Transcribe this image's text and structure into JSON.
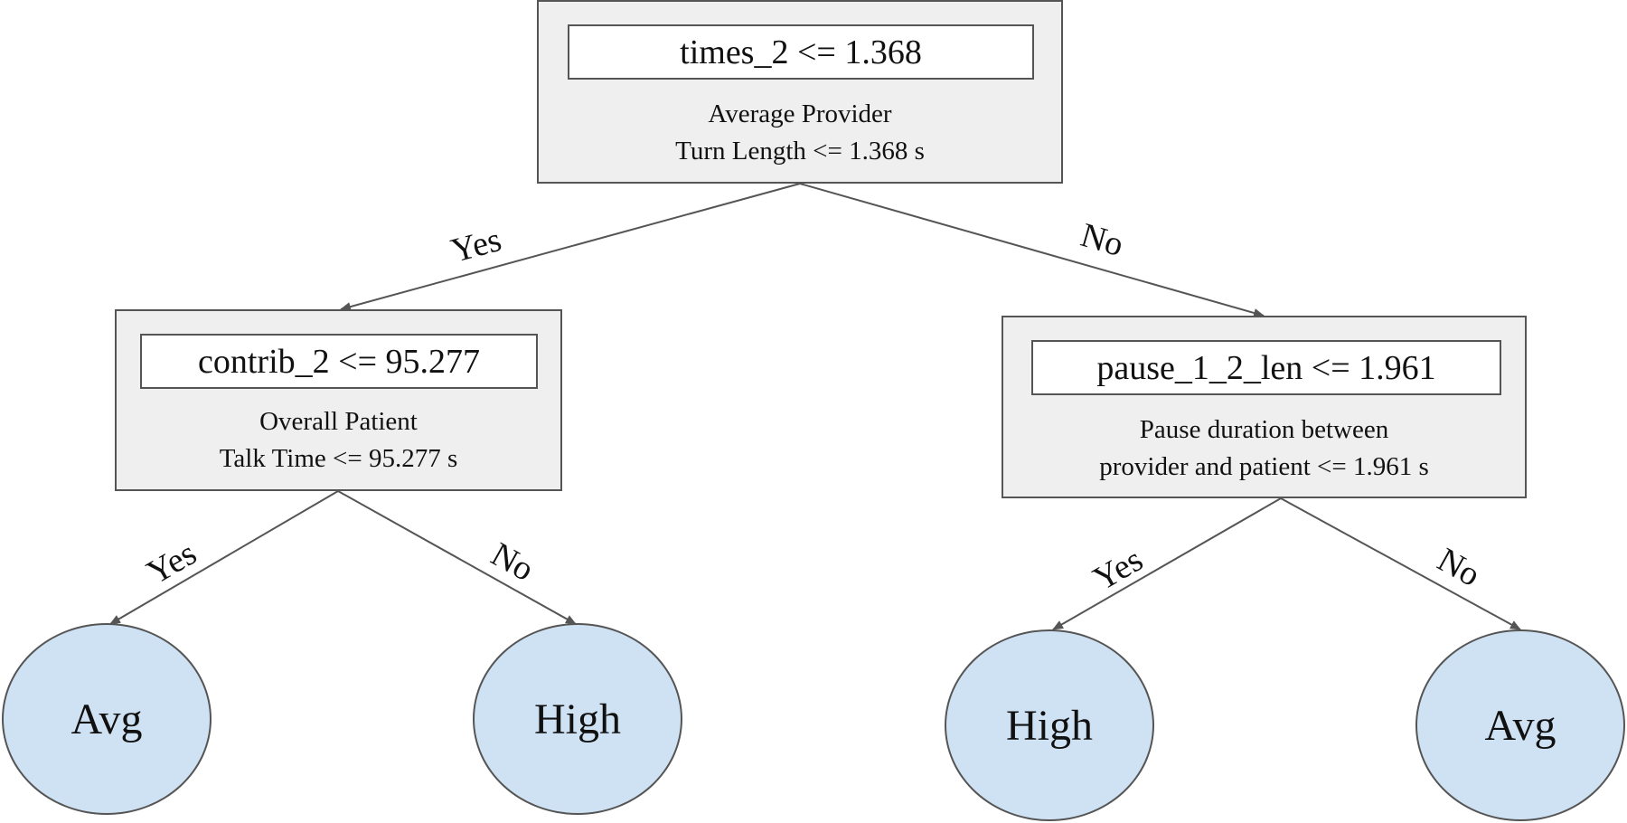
{
  "root": {
    "condition": "times_2 <= 1.368",
    "description_line1": "Average Provider",
    "description_line2": "Turn Length <= 1.368 s"
  },
  "left_node": {
    "condition": "contrib_2 <= 95.277",
    "description_line1": "Overall Patient",
    "description_line2": "Talk Time <= 95.277 s"
  },
  "right_node": {
    "condition": "pause_1_2_len <= 1.961",
    "description_line1": "Pause duration between",
    "description_line2": "provider and patient <= 1.961 s"
  },
  "edge_labels": {
    "root_yes": "Yes",
    "root_no": "No",
    "left_yes": "Yes",
    "left_no": "No",
    "right_yes": "Yes",
    "right_no": "No"
  },
  "leaves": {
    "leaf1": "Avg",
    "leaf2": "High",
    "leaf3": "High",
    "leaf4": "Avg"
  }
}
